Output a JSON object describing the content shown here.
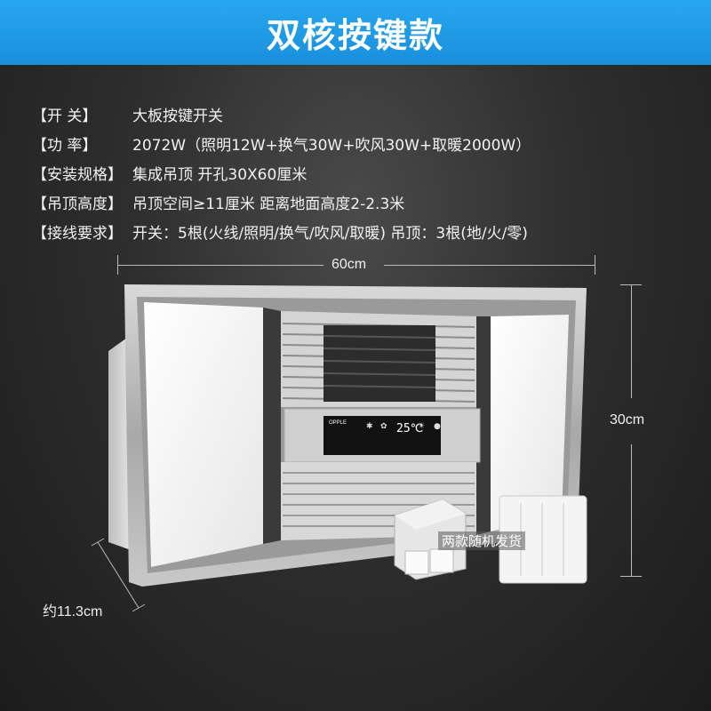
{
  "title": "双核按键款",
  "specs": [
    {
      "label": "【开    关】",
      "value": "大板按键开关"
    },
    {
      "label": "【功    率】",
      "value": "2072W（照明12W+换气30W+吹风30W+取暖2000W）"
    },
    {
      "label": "【安装规格】",
      "value": "集成吊顶    开孔30X60厘米"
    },
    {
      "label": "【吊顶高度】",
      "value": "吊顶空间≥11厘米  距离地面高度2-2.3米"
    },
    {
      "label": "【接线要求】",
      "value": "开关：5根(火线/照明/换气/吹风/取暖)   吊顶：3根(地/火/零)"
    }
  ],
  "dimensions": {
    "width": "60cm",
    "height": "30cm",
    "depth": "约11.3cm"
  },
  "panel": {
    "brand": "OPPLE",
    "temperature": "25℃",
    "icons": [
      "snowflake-icon",
      "fan-icon",
      "sun-icon",
      "drop-icon"
    ]
  },
  "switch_note": "两款随机发货",
  "colors": {
    "title_bar": "#1f9be6",
    "background": "#2a2a2a"
  }
}
